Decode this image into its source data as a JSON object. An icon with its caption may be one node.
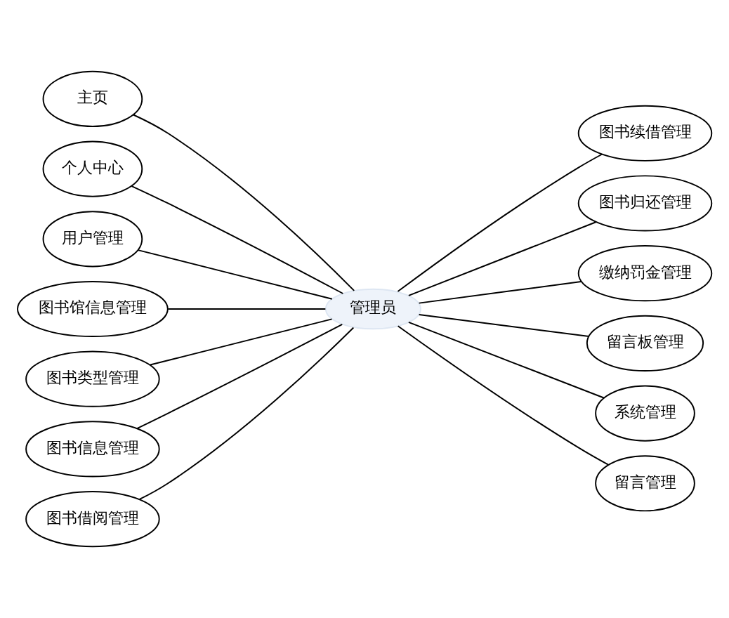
{
  "diagram": {
    "nodes": [
      {
        "text": [
          "主页"
        ]
      },
      {
        "text": [
          "个人中心"
        ]
      },
      {
        "text": [
          "用户管理"
        ]
      },
      {
        "text": [
          "图书馆信息管理"
        ]
      },
      {
        "text": [
          "图书类型管理"
        ]
      },
      {
        "text": [
          "图书信息管理"
        ]
      },
      {
        "text": [
          "图书借阅管理"
        ]
      },
      {
        "text": [
          "管理员"
        ]
      },
      {
        "text": [
          "图书续借管理"
        ]
      },
      {
        "text": [
          "图书归还管理"
        ]
      },
      {
        "text": [
          "缴纳罚金管理"
        ]
      },
      {
        "text": [
          "留言板管理"
        ]
      },
      {
        "text": [
          "系统管理"
        ]
      },
      {
        "text": [
          "留言管理"
        ]
      }
    ],
    "edges": [
      {
        "from": 0,
        "to": 7,
        "arrow": "none"
      },
      {
        "from": 1,
        "to": 7,
        "arrow": "none"
      },
      {
        "from": 2,
        "to": 7,
        "arrow": "none"
      },
      {
        "from": 3,
        "to": 7,
        "arrow": "none"
      },
      {
        "from": 4,
        "to": 7,
        "arrow": "none"
      },
      {
        "from": 5,
        "to": 7,
        "arrow": "none"
      },
      {
        "from": 6,
        "to": 7,
        "arrow": "none"
      },
      {
        "from": 7,
        "to": 8,
        "arrow": "none"
      },
      {
        "from": 7,
        "to": 9,
        "arrow": "none"
      },
      {
        "from": 7,
        "to": 10,
        "arrow": "none"
      },
      {
        "from": 7,
        "to": 11,
        "arrow": "none"
      },
      {
        "from": 7,
        "to": 12,
        "arrow": "none"
      },
      {
        "from": 7,
        "to": 13,
        "arrow": "none"
      }
    ]
  }
}
